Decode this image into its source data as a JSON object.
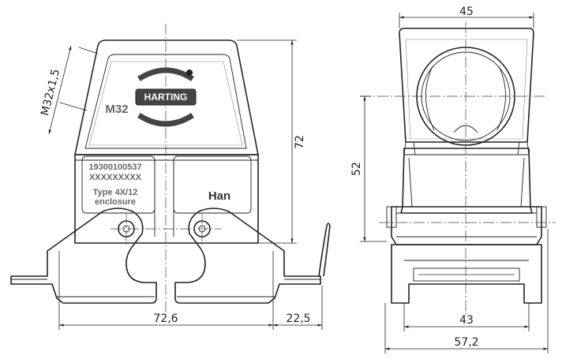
{
  "dimensions": {
    "front_width": "72,6",
    "lever_reach": "22,5",
    "front_height": "72",
    "thread": "M32x1,5",
    "side_top_width": "45",
    "side_height": "52",
    "side_inner_width": "43",
    "side_base_width": "57,2"
  },
  "markings": {
    "part_number": "19300100537",
    "placeholder_code": "XXXXXXXXX",
    "type_line1": "Type 4X/12",
    "type_line2": "enclosure",
    "brand": "HARTING",
    "thread_label": "M32",
    "product": "Han"
  }
}
